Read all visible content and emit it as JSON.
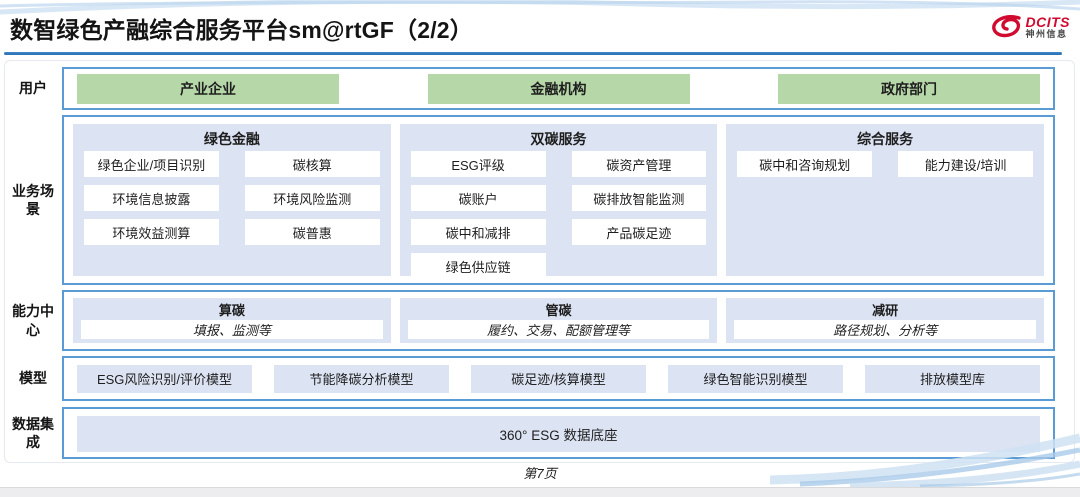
{
  "header": {
    "title": "数智绿色产融综合服务平台sm@rtGF（2/2）",
    "logo": {
      "brand": "DCITS",
      "subtitle": "神州信息"
    }
  },
  "layers": {
    "users": {
      "label": "用户",
      "items": [
        "产业企业",
        "金融机构",
        "政府部门"
      ]
    },
    "scenarios": {
      "label": "业务场景",
      "columns": [
        {
          "title": "绿色金融",
          "items": [
            "绿色企业/项目识别",
            "碳核算",
            "环境信息披露",
            "环境风险监测",
            "环境效益测算",
            "碳普惠"
          ]
        },
        {
          "title": "双碳服务",
          "items": [
            "ESG评级",
            "碳资产管理",
            "碳账户",
            "碳排放智能监测",
            "碳中和减排",
            "产品碳足迹",
            "绿色供应链"
          ]
        },
        {
          "title": "综合服务",
          "items": [
            "碳中和咨询规划",
            "能力建设/培训"
          ]
        }
      ]
    },
    "capabilities": {
      "label": "能力中心",
      "columns": [
        {
          "title": "算碳",
          "desc": "填报、监测等"
        },
        {
          "title": "管碳",
          "desc": "履约、交易、配额管理等"
        },
        {
          "title": "减研",
          "desc": "路径规划、分析等"
        }
      ]
    },
    "models": {
      "label": "模型",
      "items": [
        "ESG风险识别/评价模型",
        "节能降碳分析模型",
        "碳足迹/核算模型",
        "绿色智能识别模型",
        "排放模型库"
      ]
    },
    "data_integration": {
      "label": "数据集成",
      "items": [
        "360° ESG 数据底座"
      ]
    }
  },
  "footer": {
    "page_number": "第7页"
  },
  "colors": {
    "accent_border": "#5b9bd5",
    "panel_fill": "#dce3f3",
    "user_green": "#b6d7a8",
    "title_underline": "#2e74b5",
    "logo_red": "#d10a2f",
    "footer_bar": "#ededf0"
  }
}
